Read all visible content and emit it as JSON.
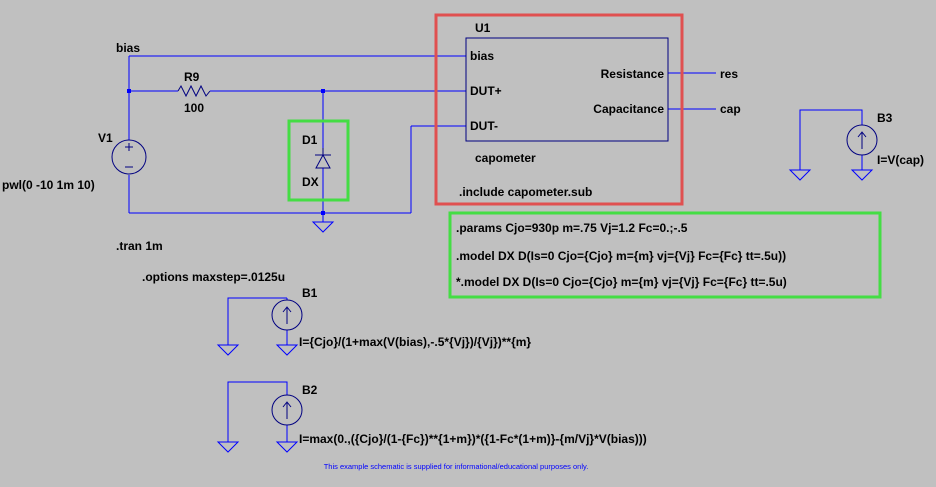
{
  "colors": {
    "background": "#c0c0c0",
    "wire": "#0000ff",
    "component": "#000080",
    "highlight_red": "#e05050",
    "highlight_green": "#44dd44"
  },
  "labels": {
    "net_bias": "bias",
    "r9_name": "R9",
    "r9_value": "100",
    "v1_name": "V1",
    "v1_value": "pwl(0 -10 1m 10)",
    "d1_name": "D1",
    "d1_model": "DX",
    "u1_name": "U1",
    "u1_pin_bias": "bias",
    "u1_pin_dutp": "DUT+",
    "u1_pin_dutm": "DUT-",
    "u1_pin_res": "Resistance",
    "u1_pin_cap": "Capacitance",
    "u1_type": "capometer",
    "net_res": "res",
    "net_cap": "cap",
    "b3_name": "B3",
    "b3_value": "I=V(cap)",
    "b1_name": "B1",
    "b1_value": "I={Cjo}/(1+max(V(bias),-.5*{Vj})/{Vj})**{m}",
    "b2_name": "B2",
    "b2_value": "I=max(0.,({Cjo}/(1-{Fc})**{1+m})*({1-Fc*(1+m)}-{m/Vj}*V(bias)))"
  },
  "directives": {
    "include": ".include capometer.sub",
    "params": ".params Cjo=930p m=.75 Vj=1.2 Fc=0.;-.5",
    "model": ".model DX D(Is=0 Cjo={Cjo} m={m} vj={Vj} Fc={Fc} tt=.5u))",
    "model_commented": "*.model DX D(Is=0 Cjo={Cjo} m={m} vj={Vj} Fc={Fc} tt=.5u)",
    "tran": ".tran 1m",
    "options": ".options maxstep=.0125u"
  },
  "footer_note": "This example schematic is supplied for informational/educational purposes only."
}
